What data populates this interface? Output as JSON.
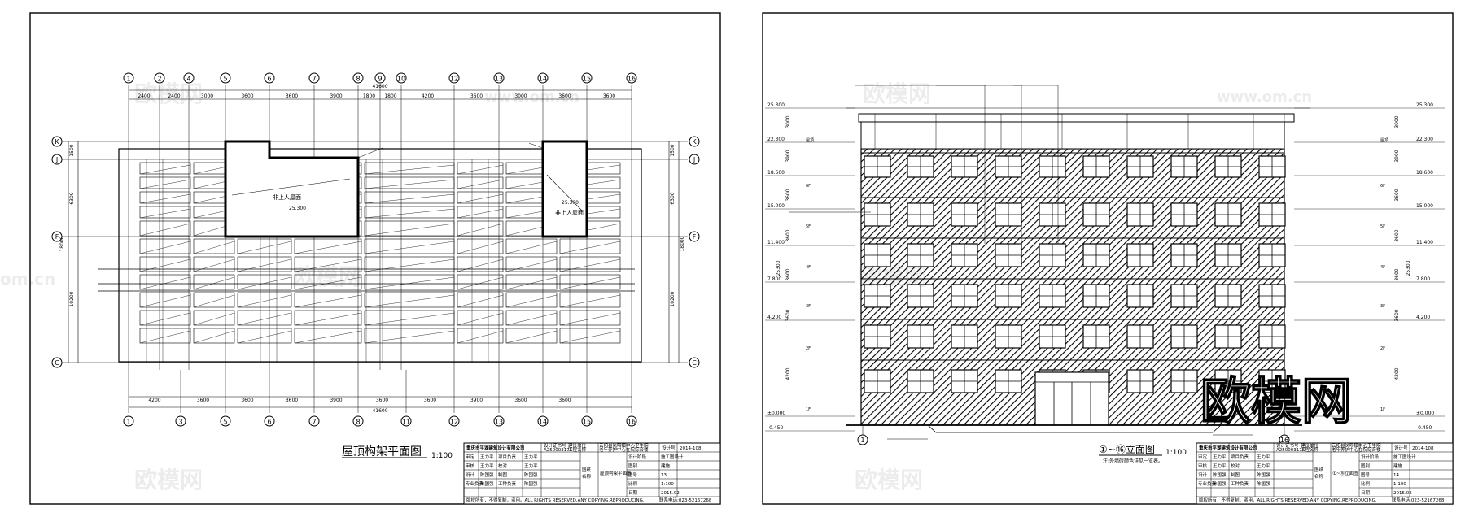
{
  "left": {
    "drawing_title": "屋顶构架平面图",
    "scale": "1:100",
    "axis_top": [
      "1",
      "2",
      "4",
      "5",
      "6",
      "7",
      "8",
      "9",
      "10",
      "12",
      "13",
      "14",
      "15",
      "16"
    ],
    "axis_bottom": [
      "1",
      "3",
      "5",
      "6",
      "7",
      "8",
      "11",
      "12",
      "13",
      "14",
      "15",
      "16"
    ],
    "axis_side": [
      "K",
      "J",
      "F",
      "C"
    ],
    "dims_top": [
      "2400",
      "2400",
      "3000",
      "3600",
      "3600",
      "3900",
      "1800",
      "1800",
      "4200",
      "3600",
      "3000",
      "3600",
      "3600"
    ],
    "dims_bottom": [
      "4200",
      "3600",
      "3600",
      "3600",
      "3900",
      "3600",
      "3600",
      "3900",
      "3600",
      "3600"
    ],
    "total_dim": "41600",
    "bottom_total_dim": "41600",
    "side_dims": [
      "1500",
      "6300",
      "10200"
    ],
    "side_total": "18000",
    "roof_note": "非上人屋面",
    "roof_elev": "25.300",
    "roof_note_right": "非上人屋面",
    "roof_elev_right": "25.300",
    "sheet_name": "屋顶构架平面图",
    "sheet_no": "13"
  },
  "right": {
    "drawing_title": "①~⑯立面图",
    "scale": "1:100",
    "subtitle": "注:外墙砖颜色详见一览表。",
    "levels_left": [
      "25.300",
      "22.300",
      "18.600",
      "15.000",
      "11.400",
      "7.800",
      "4.200",
      "±0.000",
      "-0.450"
    ],
    "level_labels": [
      "屋顶",
      "6F",
      "5F",
      "4F",
      "3F",
      "2F",
      "1F"
    ],
    "level_dims": [
      "3000",
      "3900",
      "3600",
      "3600",
      "3600",
      "3600",
      "4200"
    ],
    "total_height": "25300",
    "axis_left": "1",
    "axis_right": "16",
    "sheet_name": "①~⑯立面图",
    "sheet_no": "14"
  },
  "title_block": {
    "company": "重庆市平湖建筑设计有限公司",
    "cert_label": "设计证书号",
    "cert_no": "A250003175",
    "project_label": "建设单位",
    "project_label2": "工程名称",
    "client": "云阳县凤鸣镇中心卫生院",
    "project": "老年养护中心在院综合楼",
    "design_no_label": "设计号",
    "design_no": "2014-108",
    "drawing_cat_label": "设计阶段",
    "drawing_cat": "施工图设计",
    "type_label": "图别",
    "type_value": "建施",
    "no_label": "图号",
    "scale_label": "比例",
    "scale_value": "1:100",
    "date_label": "日期",
    "date_value": "2015.02",
    "rows": [
      "审定",
      "审核",
      "设计",
      "专业负责"
    ],
    "names": [
      "王力平",
      "王力平",
      "陈国强",
      "陈国强"
    ],
    "rows2": [
      "项目负责",
      "校对",
      "制图",
      "工种负责"
    ],
    "footer_left": "版权所有，不得复制，盗用。ALL RIGHTS RESERVED,ANY COPYING,REPRODUCING.",
    "footer_right": "联系电话:023-52167268"
  },
  "watermark": {
    "brand": "欧模网",
    "domain": "www.om.cn",
    "domain_short": "om.cn"
  }
}
